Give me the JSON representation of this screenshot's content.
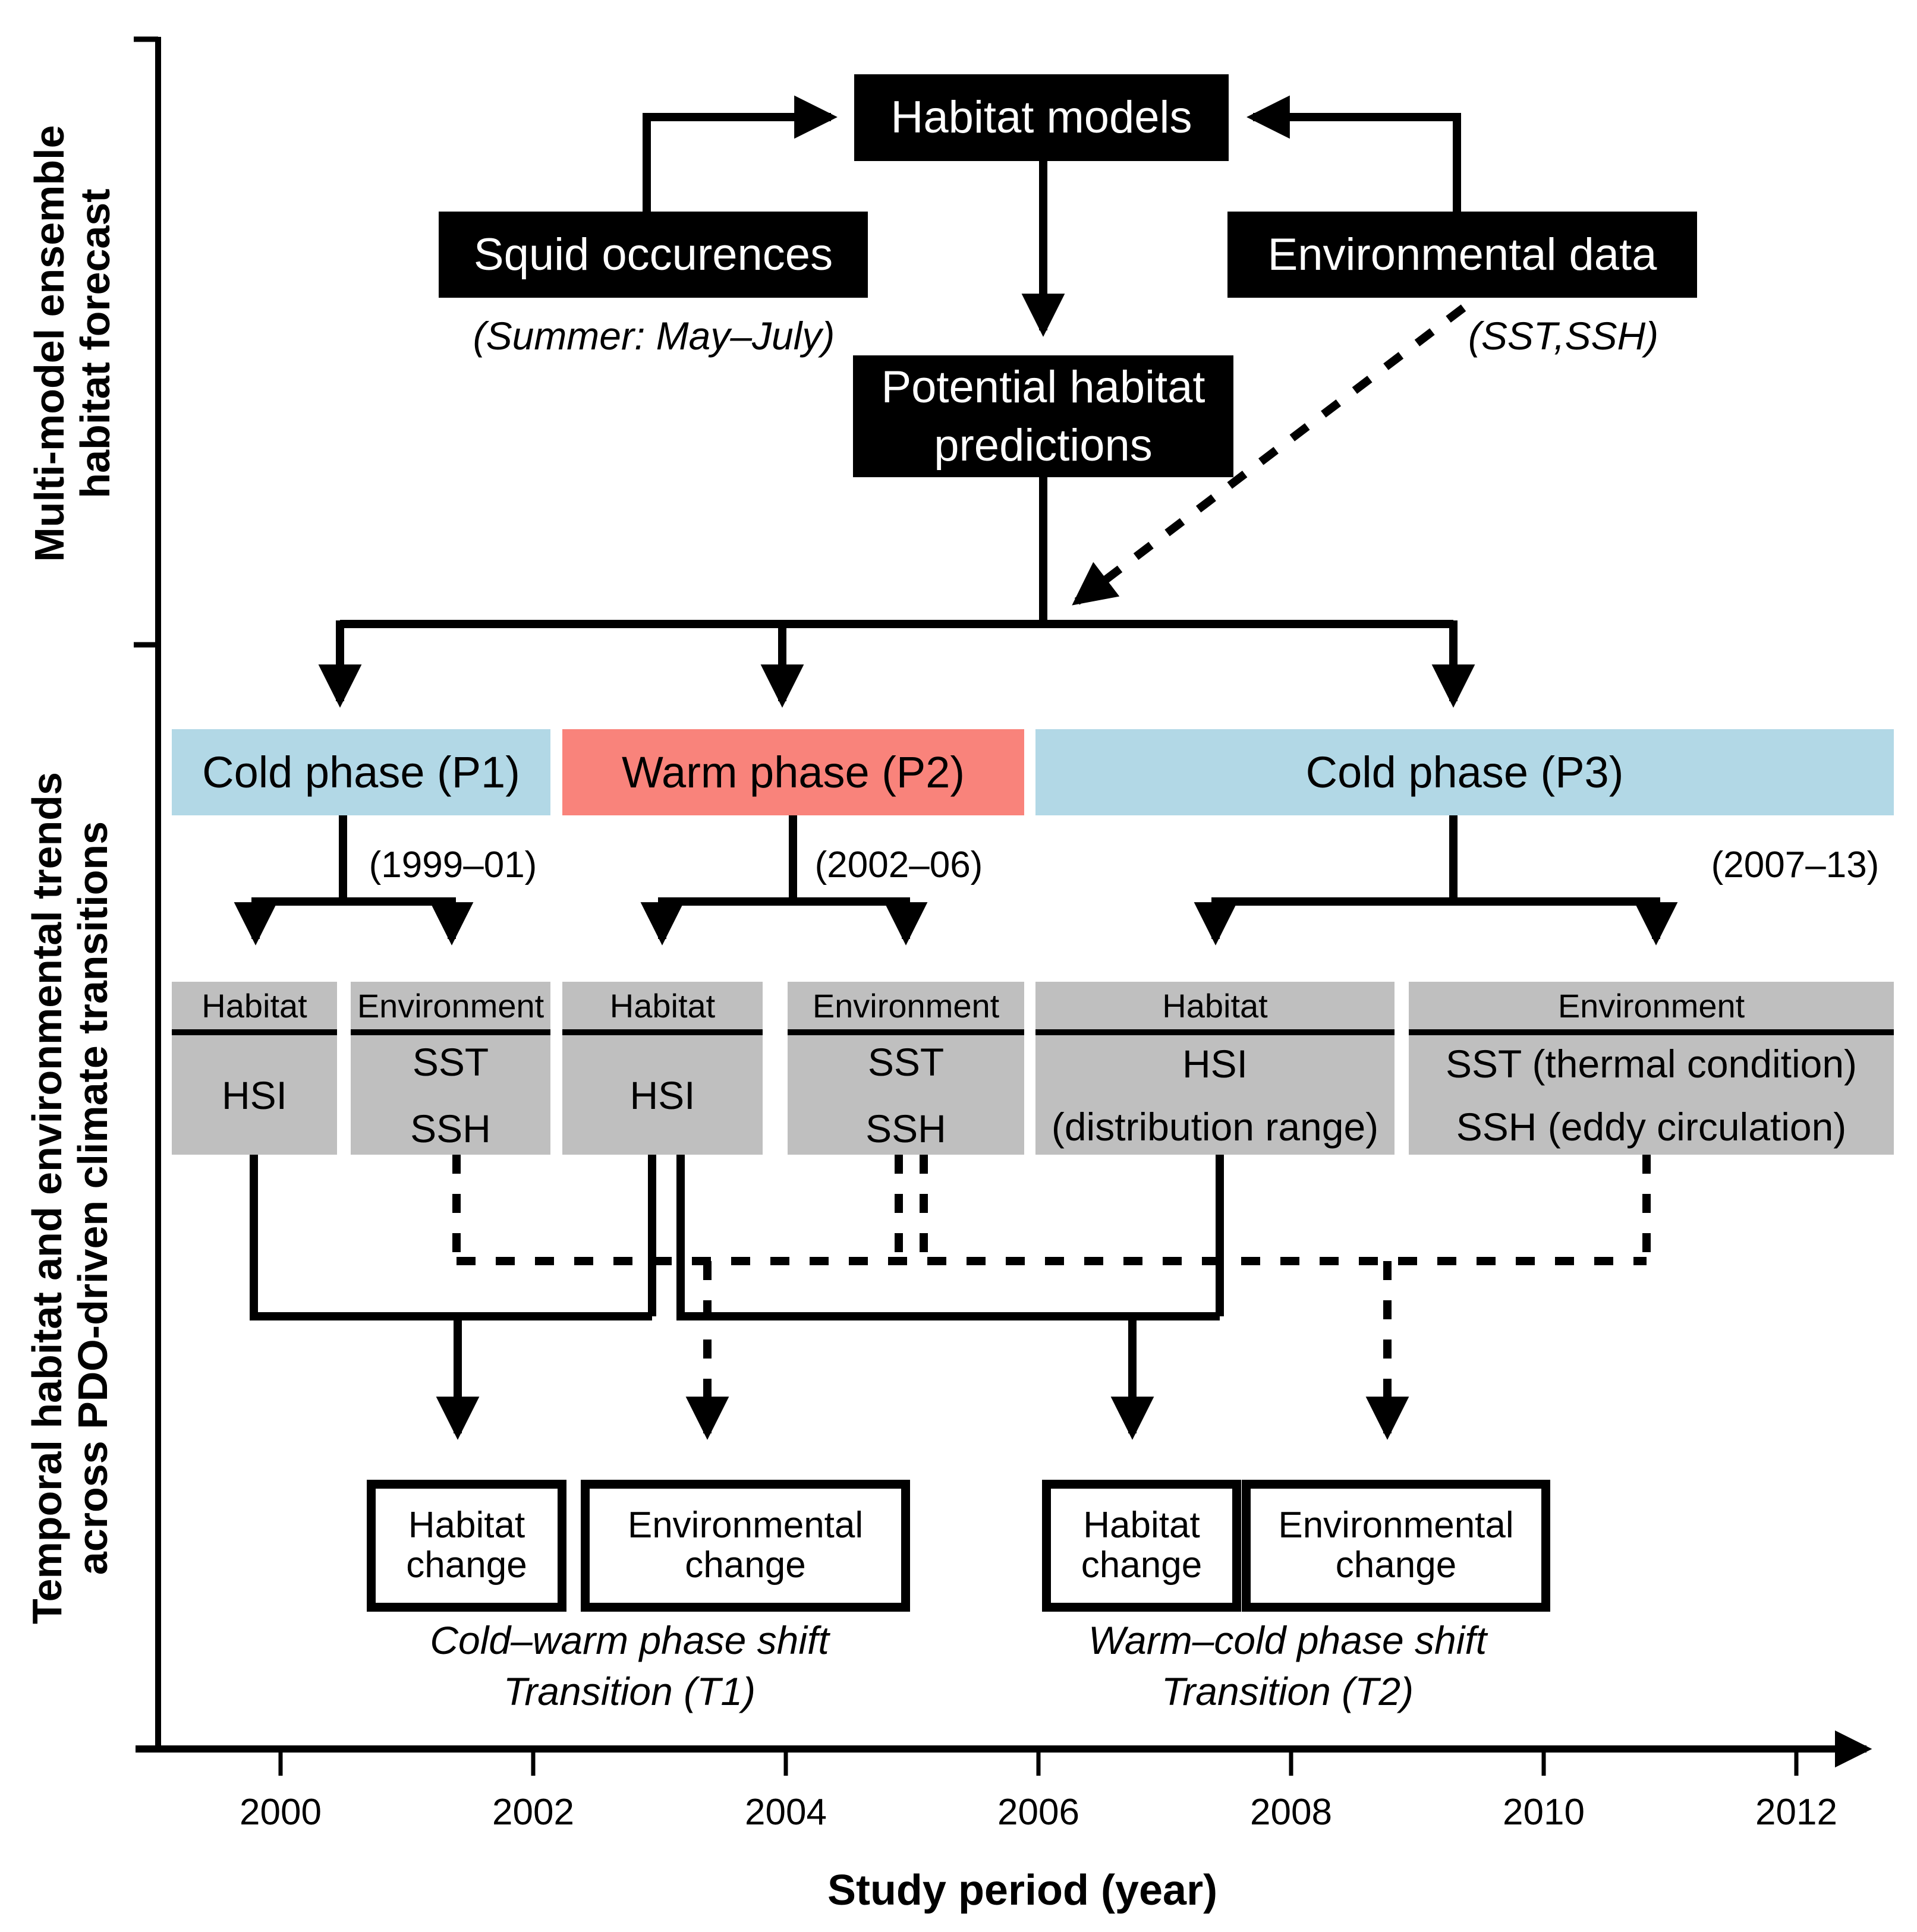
{
  "side_labels": {
    "top_line1": "Multi-model ensemble",
    "top_line2": "habitat forecast",
    "bottom_line1": "Temporal habitat and environmental trends",
    "bottom_line2": "across PDO-driven climate transitions"
  },
  "flowchart": {
    "habitat_models": "Habitat models",
    "squid": "Squid occurences",
    "squid_caption": "(Summer: May–July)",
    "env_data": "Environmental data",
    "env_caption": "(SST,SSH)",
    "potential_line1": "Potential habitat",
    "potential_line2": "predictions"
  },
  "phases": [
    {
      "label": "Cold phase (P1)",
      "period": "(1999–01)"
    },
    {
      "label": "Warm phase (P2)",
      "period": "(2002–06)"
    },
    {
      "label": "Cold phase (P3)",
      "period": "(2007–13)"
    }
  ],
  "panels": [
    {
      "header": "Habitat",
      "lines": [
        "HSI"
      ]
    },
    {
      "header": "Environment",
      "lines": [
        "SST",
        "SSH"
      ]
    },
    {
      "header": "Habitat",
      "lines": [
        "HSI"
      ]
    },
    {
      "header": "Environment",
      "lines": [
        "SST",
        "SSH"
      ]
    },
    {
      "header": "Habitat",
      "lines": [
        "HSI",
        "(distribution range)"
      ]
    },
    {
      "header": "Environment",
      "lines": [
        "SST (thermal condition)",
        "SSH (eddy circulation)"
      ]
    }
  ],
  "transitions": [
    {
      "habitat": [
        "Habitat",
        "change"
      ],
      "environment": [
        "Environmental",
        "change"
      ],
      "caption_line1": "Cold–warm phase shift",
      "caption_line2": "Transition (T1)"
    },
    {
      "habitat": [
        "Habitat",
        "change"
      ],
      "environment": [
        "Environmental",
        "change"
      ],
      "caption_line1": "Warm–cold phase shift",
      "caption_line2": "Transition (T2)"
    }
  ],
  "axis": {
    "ticks": [
      "2000",
      "2002",
      "2004",
      "2006",
      "2008",
      "2010",
      "2012"
    ],
    "title": "Study period (year)"
  },
  "colors": {
    "cold_phase": "#b2d8e6",
    "warm_phase": "#f9837b",
    "panel_gray": "#bfbfbf",
    "box_black": "#000000"
  }
}
